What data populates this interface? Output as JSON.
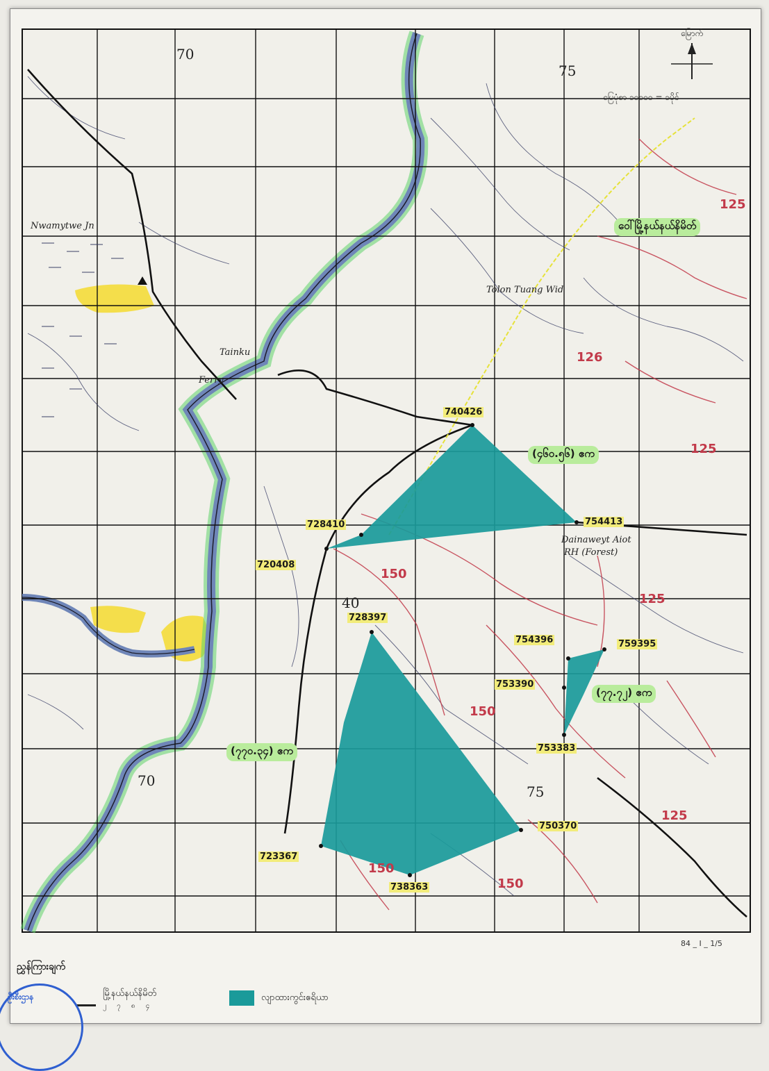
{
  "north_arrow": {
    "label": "မြောက်",
    "icon": "north-arrow-icon"
  },
  "map_title": "မြေပုံစာ ၁၀၀၀၀ = ၁မိုင်",
  "sheet_id": "84 _ I _ 1/5",
  "grid_numbers": [
    "70",
    "75",
    "70",
    "75",
    "40"
  ],
  "places": [
    "Nwamytwe Jn",
    "Tolon Tuang Wid",
    "Dainaweyt Aiot",
    "RH (Forest)",
    "Tainku",
    "Ferry"
  ],
  "contour_numbers": [
    "126",
    "125",
    "150",
    "125",
    "150",
    "125",
    "150",
    "125",
    "150"
  ],
  "coordinates": [
    "740426",
    "754413",
    "728410",
    "720408",
    "728397",
    "754396",
    "759395",
    "753390",
    "753383",
    "750370",
    "723367",
    "738363"
  ],
  "areas": [
    "(၄၆၀.၅၆) ဧက",
    "(၇၇.၇၂) ဧက",
    "(၇၇၀.၃၄) ဧက"
  ],
  "boundary_label": "ဝေါ်မြို့နယ်နယ်နိမိတ်",
  "legend": {
    "title": "ညွှန်ကြားချက်",
    "items": [
      {
        "label": "မြို့နယ်နယ်နိမိတ်",
        "sub": "၂ ၇ ၈ ၄"
      },
      {
        "label": "လျာထားကွင်းဧရိယာ"
      }
    ]
  },
  "stamp_text": "ဦးစီးဌာန",
  "colors": {
    "forest_area": "#1a9a9a",
    "river": "#6f86b8",
    "yellow_zone": "#f4dc3a",
    "contour": "#c23a4a",
    "green_outline": "#5fd36a"
  }
}
